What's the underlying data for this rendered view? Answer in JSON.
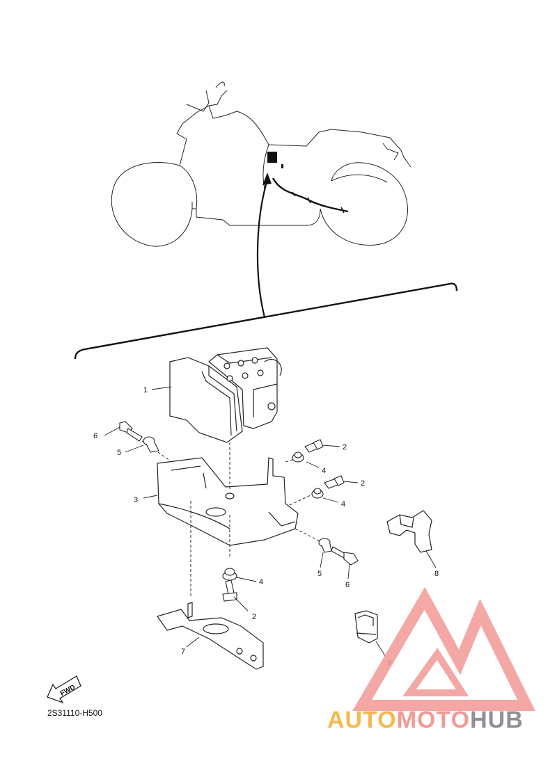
{
  "diagram": {
    "callouts": [
      {
        "id": "c1",
        "label": "1"
      },
      {
        "id": "c2a",
        "label": "2"
      },
      {
        "id": "c2b",
        "label": "2"
      },
      {
        "id": "c2c",
        "label": "2"
      },
      {
        "id": "c3",
        "label": "3"
      },
      {
        "id": "c4a",
        "label": "4"
      },
      {
        "id": "c4b",
        "label": "4"
      },
      {
        "id": "c4c",
        "label": "4"
      },
      {
        "id": "c5a",
        "label": "5"
      },
      {
        "id": "c5b",
        "label": "5"
      },
      {
        "id": "c6a",
        "label": "6"
      },
      {
        "id": "c6b",
        "label": "6"
      },
      {
        "id": "c7",
        "label": "7"
      },
      {
        "id": "c8",
        "label": "8"
      },
      {
        "id": "c9",
        "label": "9"
      }
    ],
    "fwd_label": "FWD",
    "part_code": "2S31110-H500"
  },
  "watermark": {
    "part1": "AUTO",
    "part2": "MOTO",
    "part3": "HUB",
    "colors": {
      "auto": "#f6b84c",
      "moto": "#f29a97",
      "hub": "#8f8f95",
      "logo": "#f29a97"
    }
  }
}
